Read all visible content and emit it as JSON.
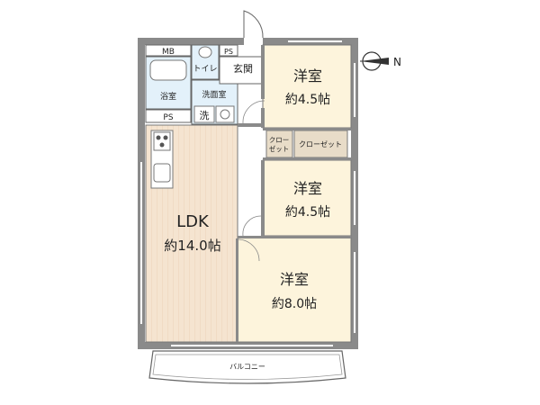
{
  "rooms": {
    "ldk": {
      "name": "LDK",
      "size": "約14.0帖"
    },
    "western_north": {
      "name": "洋室",
      "size": "約4.5帖"
    },
    "western_middle": {
      "name": "洋室",
      "size": "約4.5帖"
    },
    "western_south": {
      "name": "洋室",
      "size": "約8.0帖"
    },
    "entrance": "玄関",
    "toilet": "トイレ",
    "bath": "浴室",
    "washroom": "洗面室",
    "washer": "洗",
    "closet_small": "クロー\nゼット",
    "closet_small_line1": "クロー",
    "closet_small_line2": "ゼット",
    "closet_large": "クローゼット",
    "balcony": "バルコニー"
  },
  "labels": {
    "mb": "MB",
    "ps_top": "PS",
    "ps_bottom": "PS"
  },
  "compass": {
    "label": "N"
  },
  "colors": {
    "wall": "#8a8a8a",
    "ldk_floor": "#f5e4d0",
    "room_floor": "#fdf4dc",
    "wet_floor": "#e3f1fa",
    "closet": "#e8dcc8",
    "tile": "#cfcfcf"
  }
}
